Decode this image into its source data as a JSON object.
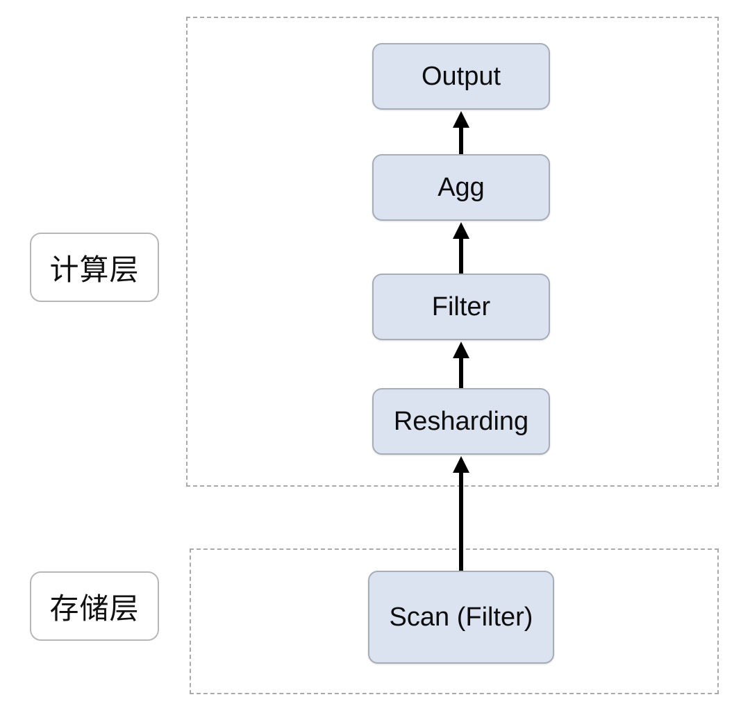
{
  "layers": {
    "compute": {
      "label": "计算层"
    },
    "storage": {
      "label": "存储层"
    }
  },
  "nodes": {
    "output": "Output",
    "agg": "Agg",
    "filter": "Filter",
    "resharding": "Resharding",
    "scan": "Scan (Filter)"
  },
  "colors": {
    "node_fill": "#dbe2f0",
    "node_border": "#a7adb6",
    "frame_border": "#a9a9a9",
    "arrow": "#000000"
  }
}
